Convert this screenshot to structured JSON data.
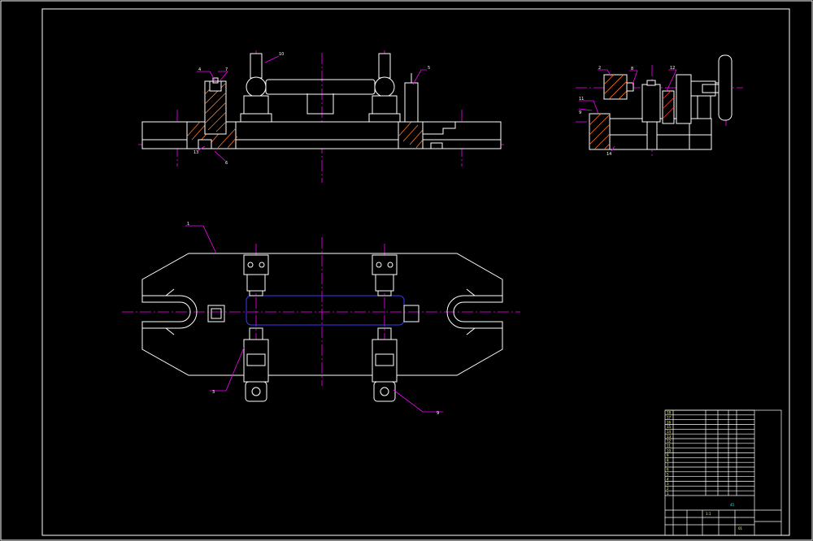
{
  "colors": {
    "background": "#000000",
    "outline": "#ffffff",
    "centerline": "#ff00ff",
    "hidden": "#3a3aff",
    "hatch": "#ff7a2a",
    "title_block_text": "#ffff66",
    "title_block_accent": "#00ffff"
  },
  "drawing": {
    "type": "mechanical assembly drawing (fixture)",
    "views": [
      "front-view",
      "side-view",
      "top-view"
    ],
    "callouts": {
      "front": [
        "4",
        "7",
        "10",
        "5",
        "13",
        "6"
      ],
      "side": [
        "2",
        "8",
        "12",
        "11",
        "9",
        "14"
      ],
      "top": [
        "1",
        "3",
        "9"
      ]
    }
  },
  "title_block": {
    "row_numbers": [
      "18",
      "17",
      "16",
      "15",
      "14",
      "13",
      "12",
      "11",
      "10",
      "9",
      "8",
      "7",
      "6",
      "5",
      "4",
      "3",
      "2",
      "1"
    ],
    "misc": [
      "45",
      "1:1",
      "01"
    ]
  }
}
